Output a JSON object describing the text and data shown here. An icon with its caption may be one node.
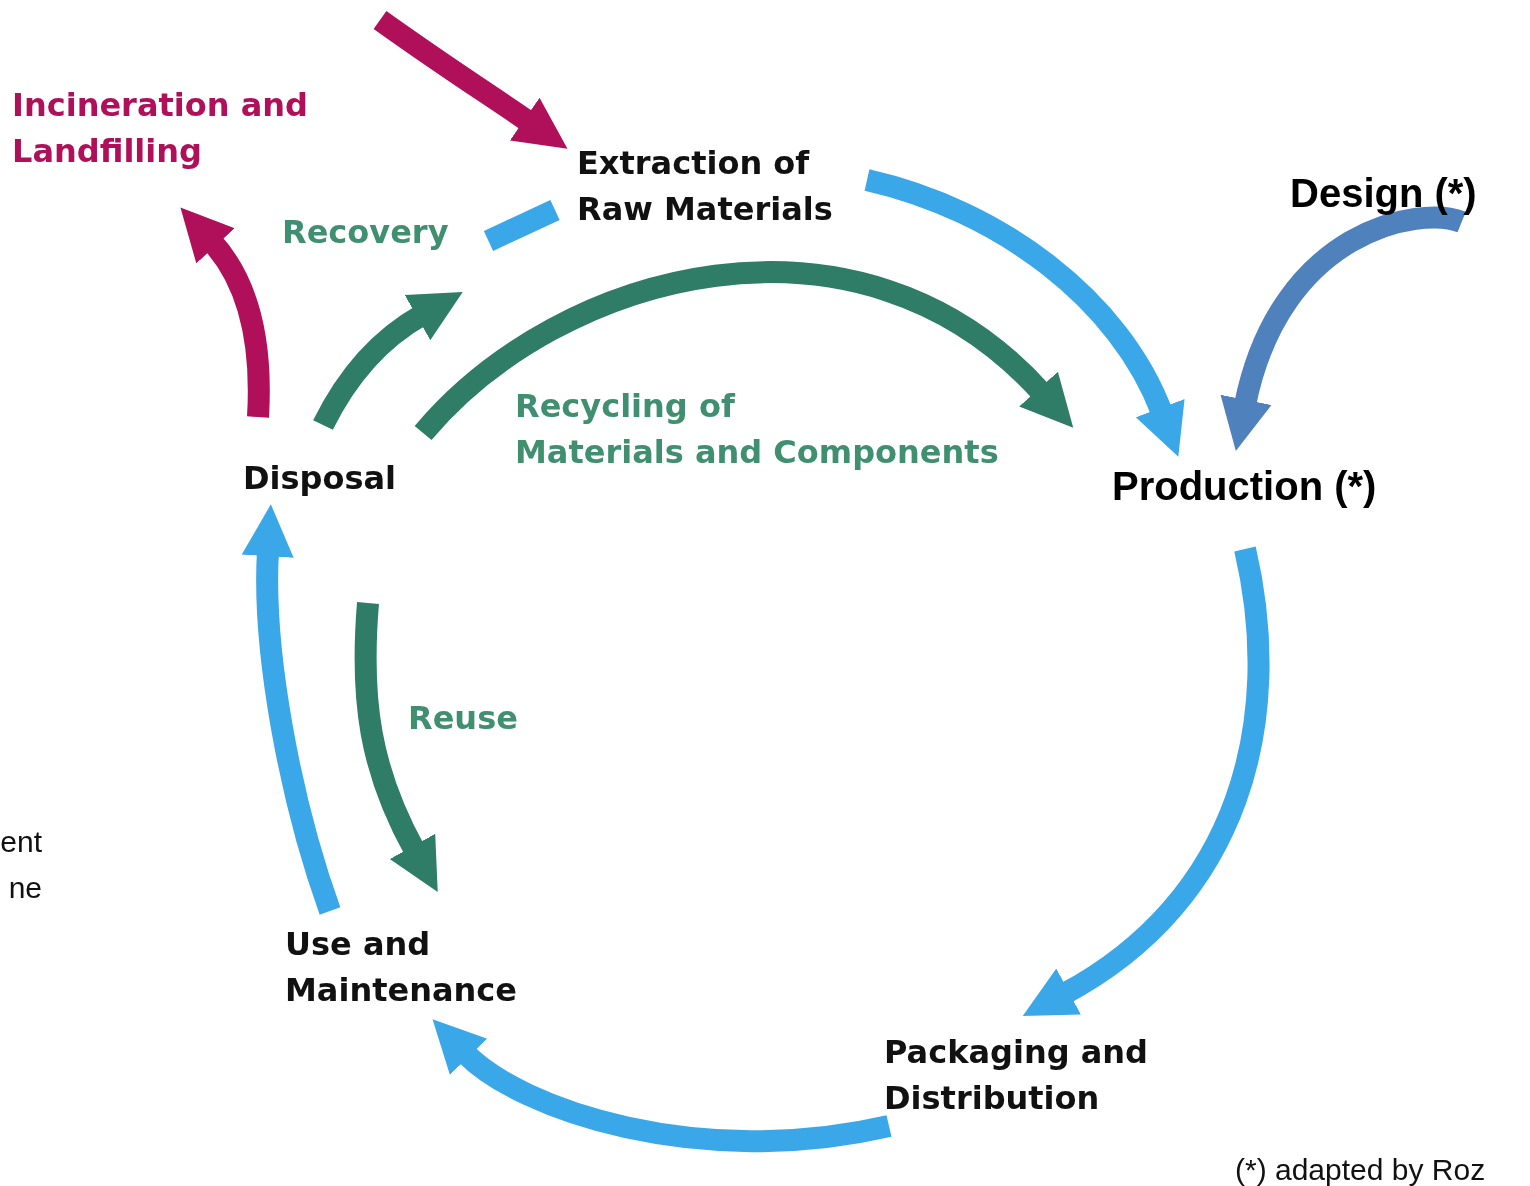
{
  "diagram": {
    "nodes": [
      {
        "text": [
          "Incineration and Landfilling"
        ]
      },
      {
        "text": [
          "Extraction of Raw Materials"
        ]
      },
      {
        "text": [
          "Design (*)"
        ]
      },
      {
        "text": [
          "Recovery"
        ]
      },
      {
        "text": [
          "Disposal"
        ]
      },
      {
        "text": [
          "Production (*)"
        ]
      },
      {
        "text": [
          "Use and Maintenance"
        ]
      },
      {
        "text": [
          "Packaging and Distribution"
        ]
      }
    ],
    "edges": [
      {
        "from": null,
        "to": 1,
        "arrow": "to",
        "color": "#b0105a"
      },
      {
        "from": 1,
        "to": 5,
        "arrow": "to"
      },
      {
        "from": 2,
        "to": 5,
        "arrow": "to",
        "color": "#4f81bd"
      },
      {
        "from": 5,
        "to": 7,
        "arrow": "to"
      },
      {
        "from": 7,
        "to": 6,
        "arrow": "to"
      },
      {
        "from": 6,
        "to": 4,
        "arrow": "to"
      },
      {
        "from": 4,
        "to": 0,
        "arrow": "to",
        "color": "#b0105a"
      },
      {
        "from": 4,
        "to": 3,
        "arrow": "to",
        "color": "#2f7d66"
      },
      {
        "from": 3,
        "to": 1,
        "arrow": "none"
      },
      {
        "from": 4,
        "to": 5,
        "arrow": "to",
        "color": "#2f7d66",
        "label": "Recycling of Materials and Components"
      },
      {
        "from": 4,
        "to": 6,
        "arrow": "to",
        "color": "#2f7d66",
        "label": "Reuse"
      }
    ],
    "labels": [
      "ent",
      "ne",
      "(*) adapted by Roz"
    ]
  }
}
